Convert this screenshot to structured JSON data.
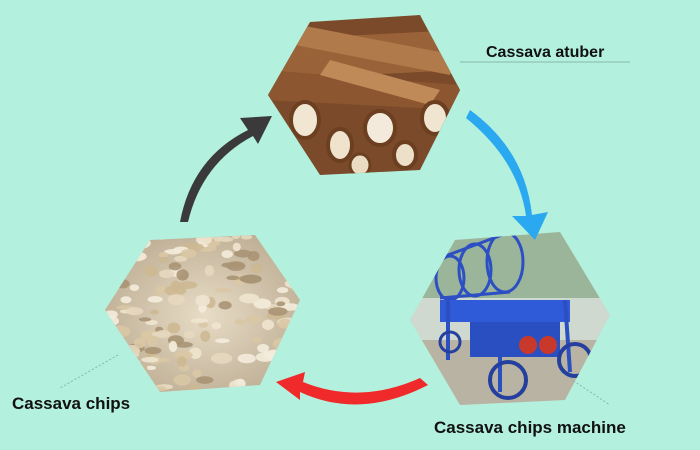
{
  "nodes": {
    "tuber": {
      "label": "Cassava atuber",
      "picture": "cassava-tubers-photo"
    },
    "machine": {
      "label": "Cassava chips machine",
      "picture": "cassava-chips-machine-photo"
    },
    "chips": {
      "label": "Cassava chips",
      "picture": "cassava-chips-photo"
    }
  },
  "arrows": {
    "tuber_to_machine": {
      "color": "#2aa8f0"
    },
    "machine_to_chips": {
      "color": "#f02a2a"
    },
    "chips_to_tuber": {
      "color": "#3a3a3a"
    }
  },
  "colors": {
    "background": "#b3f0dd"
  }
}
